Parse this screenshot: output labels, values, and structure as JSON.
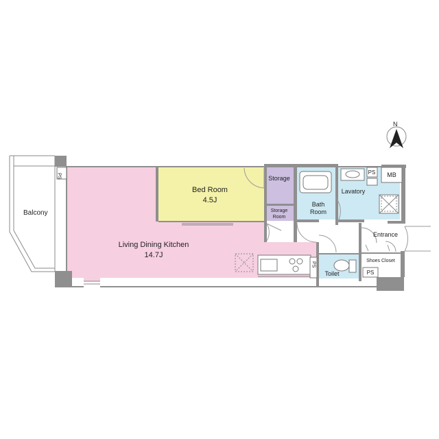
{
  "rooms": {
    "ldk_name": "Living Dining Kitchen",
    "ldk_size": "14.7J",
    "bedroom_name": "Bed Room",
    "bedroom_size": "4.5J",
    "storage": "Storage",
    "storage_room_line1": "Storage",
    "storage_room_line2": "Room",
    "bath_line1": "Bath",
    "bath_line2": "Room",
    "lavatory": "Lavatory",
    "entrance": "Entrance",
    "shoes_closet": "Shoes Closet",
    "toilet": "Toilet",
    "balcony": "Balcony"
  },
  "labels": {
    "ps": "PS",
    "mb": "MB",
    "north": "N"
  },
  "colors": {
    "ldk": "#f6cfe0",
    "bedroom": "#f4f2a8",
    "storage": "#cdbfe0",
    "wet": "#cde9f3",
    "wall": "#8f8f8f"
  }
}
